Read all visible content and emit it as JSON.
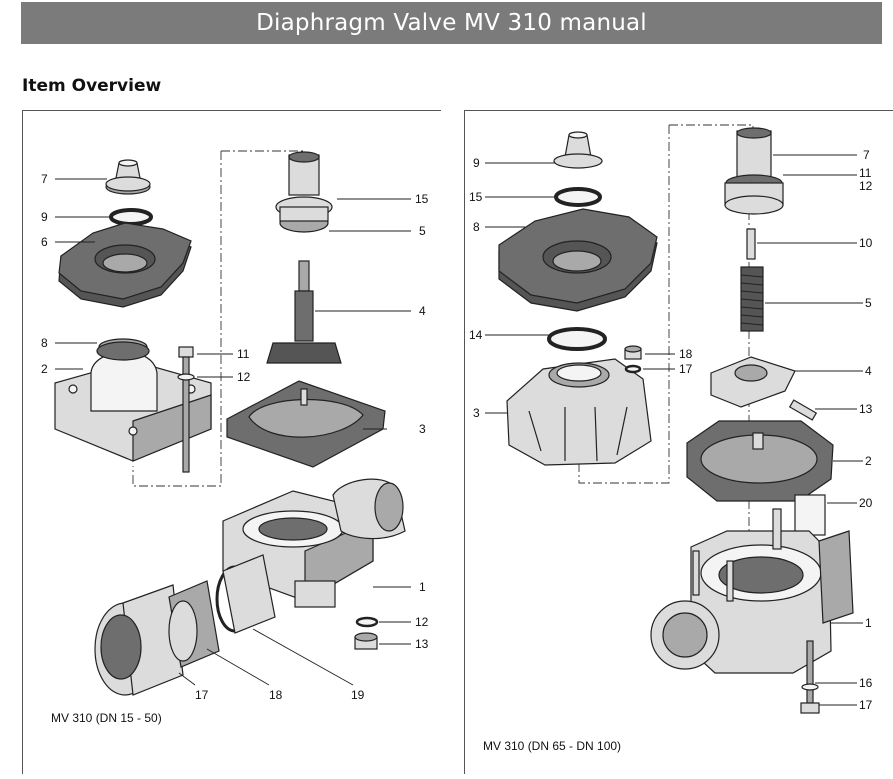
{
  "header": {
    "title": "Diaphragm Valve MV 310 manual"
  },
  "section": {
    "title": "Item Overview"
  },
  "left_figure": {
    "caption": "MV 310 (DN 15 - 50)",
    "callouts": [
      "7",
      "9",
      "6",
      "8",
      "2",
      "11",
      "12",
      "15",
      "5",
      "4",
      "3",
      "1",
      "12",
      "13",
      "17",
      "18",
      "19"
    ]
  },
  "right_figure": {
    "caption": "MV 310 (DN 65 - DN 100)",
    "callouts": [
      "9",
      "15",
      "8",
      "14",
      "3",
      "18",
      "17",
      "7",
      "11",
      "12",
      "10",
      "5",
      "4",
      "13",
      "2",
      "20",
      "1",
      "16",
      "17"
    ]
  }
}
